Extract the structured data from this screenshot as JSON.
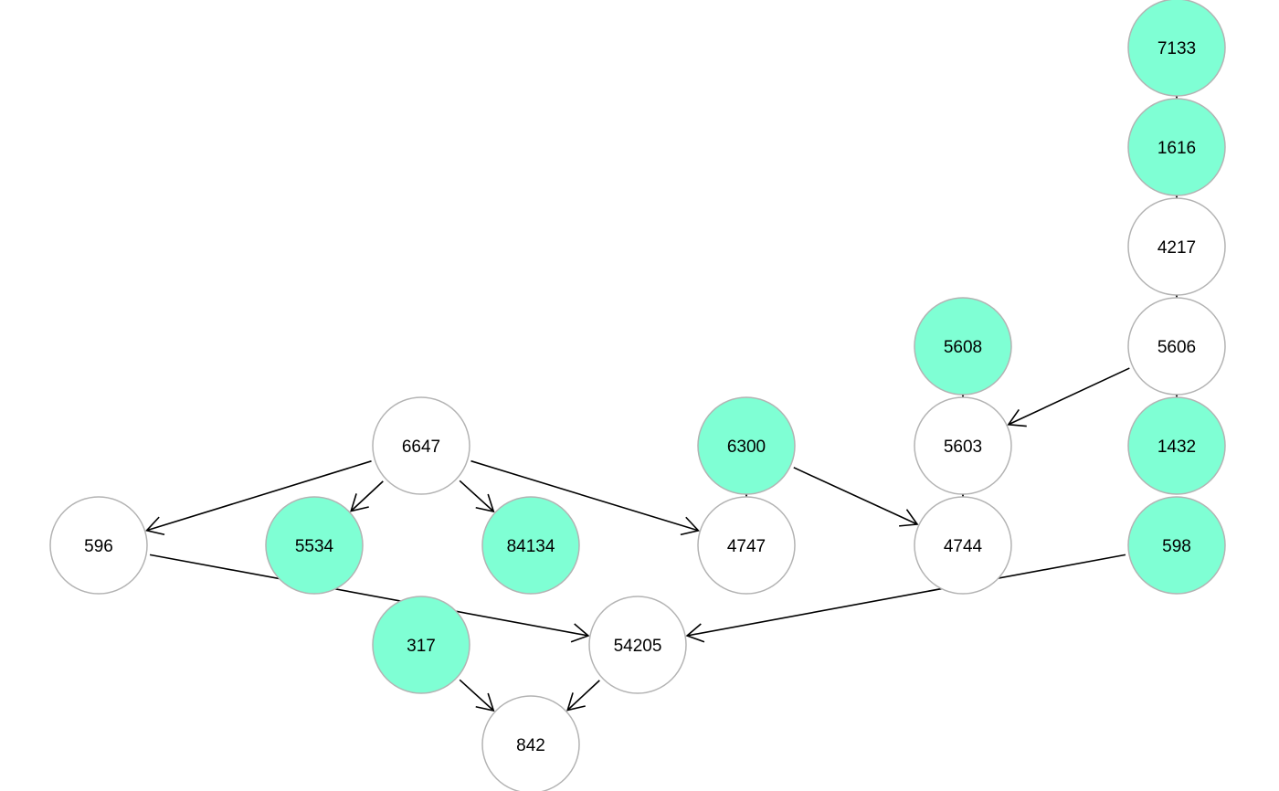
{
  "colors": {
    "highlight_fill": "#7fffd4",
    "default_fill": "#ffffff",
    "border": "#b3b3b3",
    "edge": "#000000"
  },
  "nodes": [
    {
      "id": "7133",
      "label": "7133",
      "highlighted": true
    },
    {
      "id": "1616",
      "label": "1616",
      "highlighted": true
    },
    {
      "id": "4217",
      "label": "4217",
      "highlighted": false
    },
    {
      "id": "5606",
      "label": "5606",
      "highlighted": false
    },
    {
      "id": "5608",
      "label": "5608",
      "highlighted": true
    },
    {
      "id": "6647",
      "label": "6647",
      "highlighted": false
    },
    {
      "id": "6300",
      "label": "6300",
      "highlighted": true
    },
    {
      "id": "5603",
      "label": "5603",
      "highlighted": false
    },
    {
      "id": "1432",
      "label": "1432",
      "highlighted": true
    },
    {
      "id": "596",
      "label": "596",
      "highlighted": false
    },
    {
      "id": "5534",
      "label": "5534",
      "highlighted": true
    },
    {
      "id": "84134",
      "label": "84134",
      "highlighted": true
    },
    {
      "id": "4747",
      "label": "4747",
      "highlighted": false
    },
    {
      "id": "4744",
      "label": "4744",
      "highlighted": false
    },
    {
      "id": "598",
      "label": "598",
      "highlighted": true
    },
    {
      "id": "317",
      "label": "317",
      "highlighted": true
    },
    {
      "id": "54205",
      "label": "54205",
      "highlighted": false
    },
    {
      "id": "842",
      "label": "842",
      "highlighted": false
    }
  ],
  "edges": [
    {
      "from": "7133",
      "to": "1616"
    },
    {
      "from": "1616",
      "to": "4217"
    },
    {
      "from": "4217",
      "to": "5606"
    },
    {
      "from": "5606",
      "to": "1432"
    },
    {
      "from": "5606",
      "to": "5603"
    },
    {
      "from": "5608",
      "to": "5603"
    },
    {
      "from": "5603",
      "to": "4744"
    },
    {
      "from": "6300",
      "to": "4747"
    },
    {
      "from": "6300",
      "to": "4744"
    },
    {
      "from": "6647",
      "to": "596"
    },
    {
      "from": "6647",
      "to": "5534"
    },
    {
      "from": "6647",
      "to": "84134"
    },
    {
      "from": "6647",
      "to": "4747"
    },
    {
      "from": "596",
      "to": "54205"
    },
    {
      "from": "598",
      "to": "54205"
    },
    {
      "from": "317",
      "to": "842"
    },
    {
      "from": "54205",
      "to": "842"
    }
  ]
}
